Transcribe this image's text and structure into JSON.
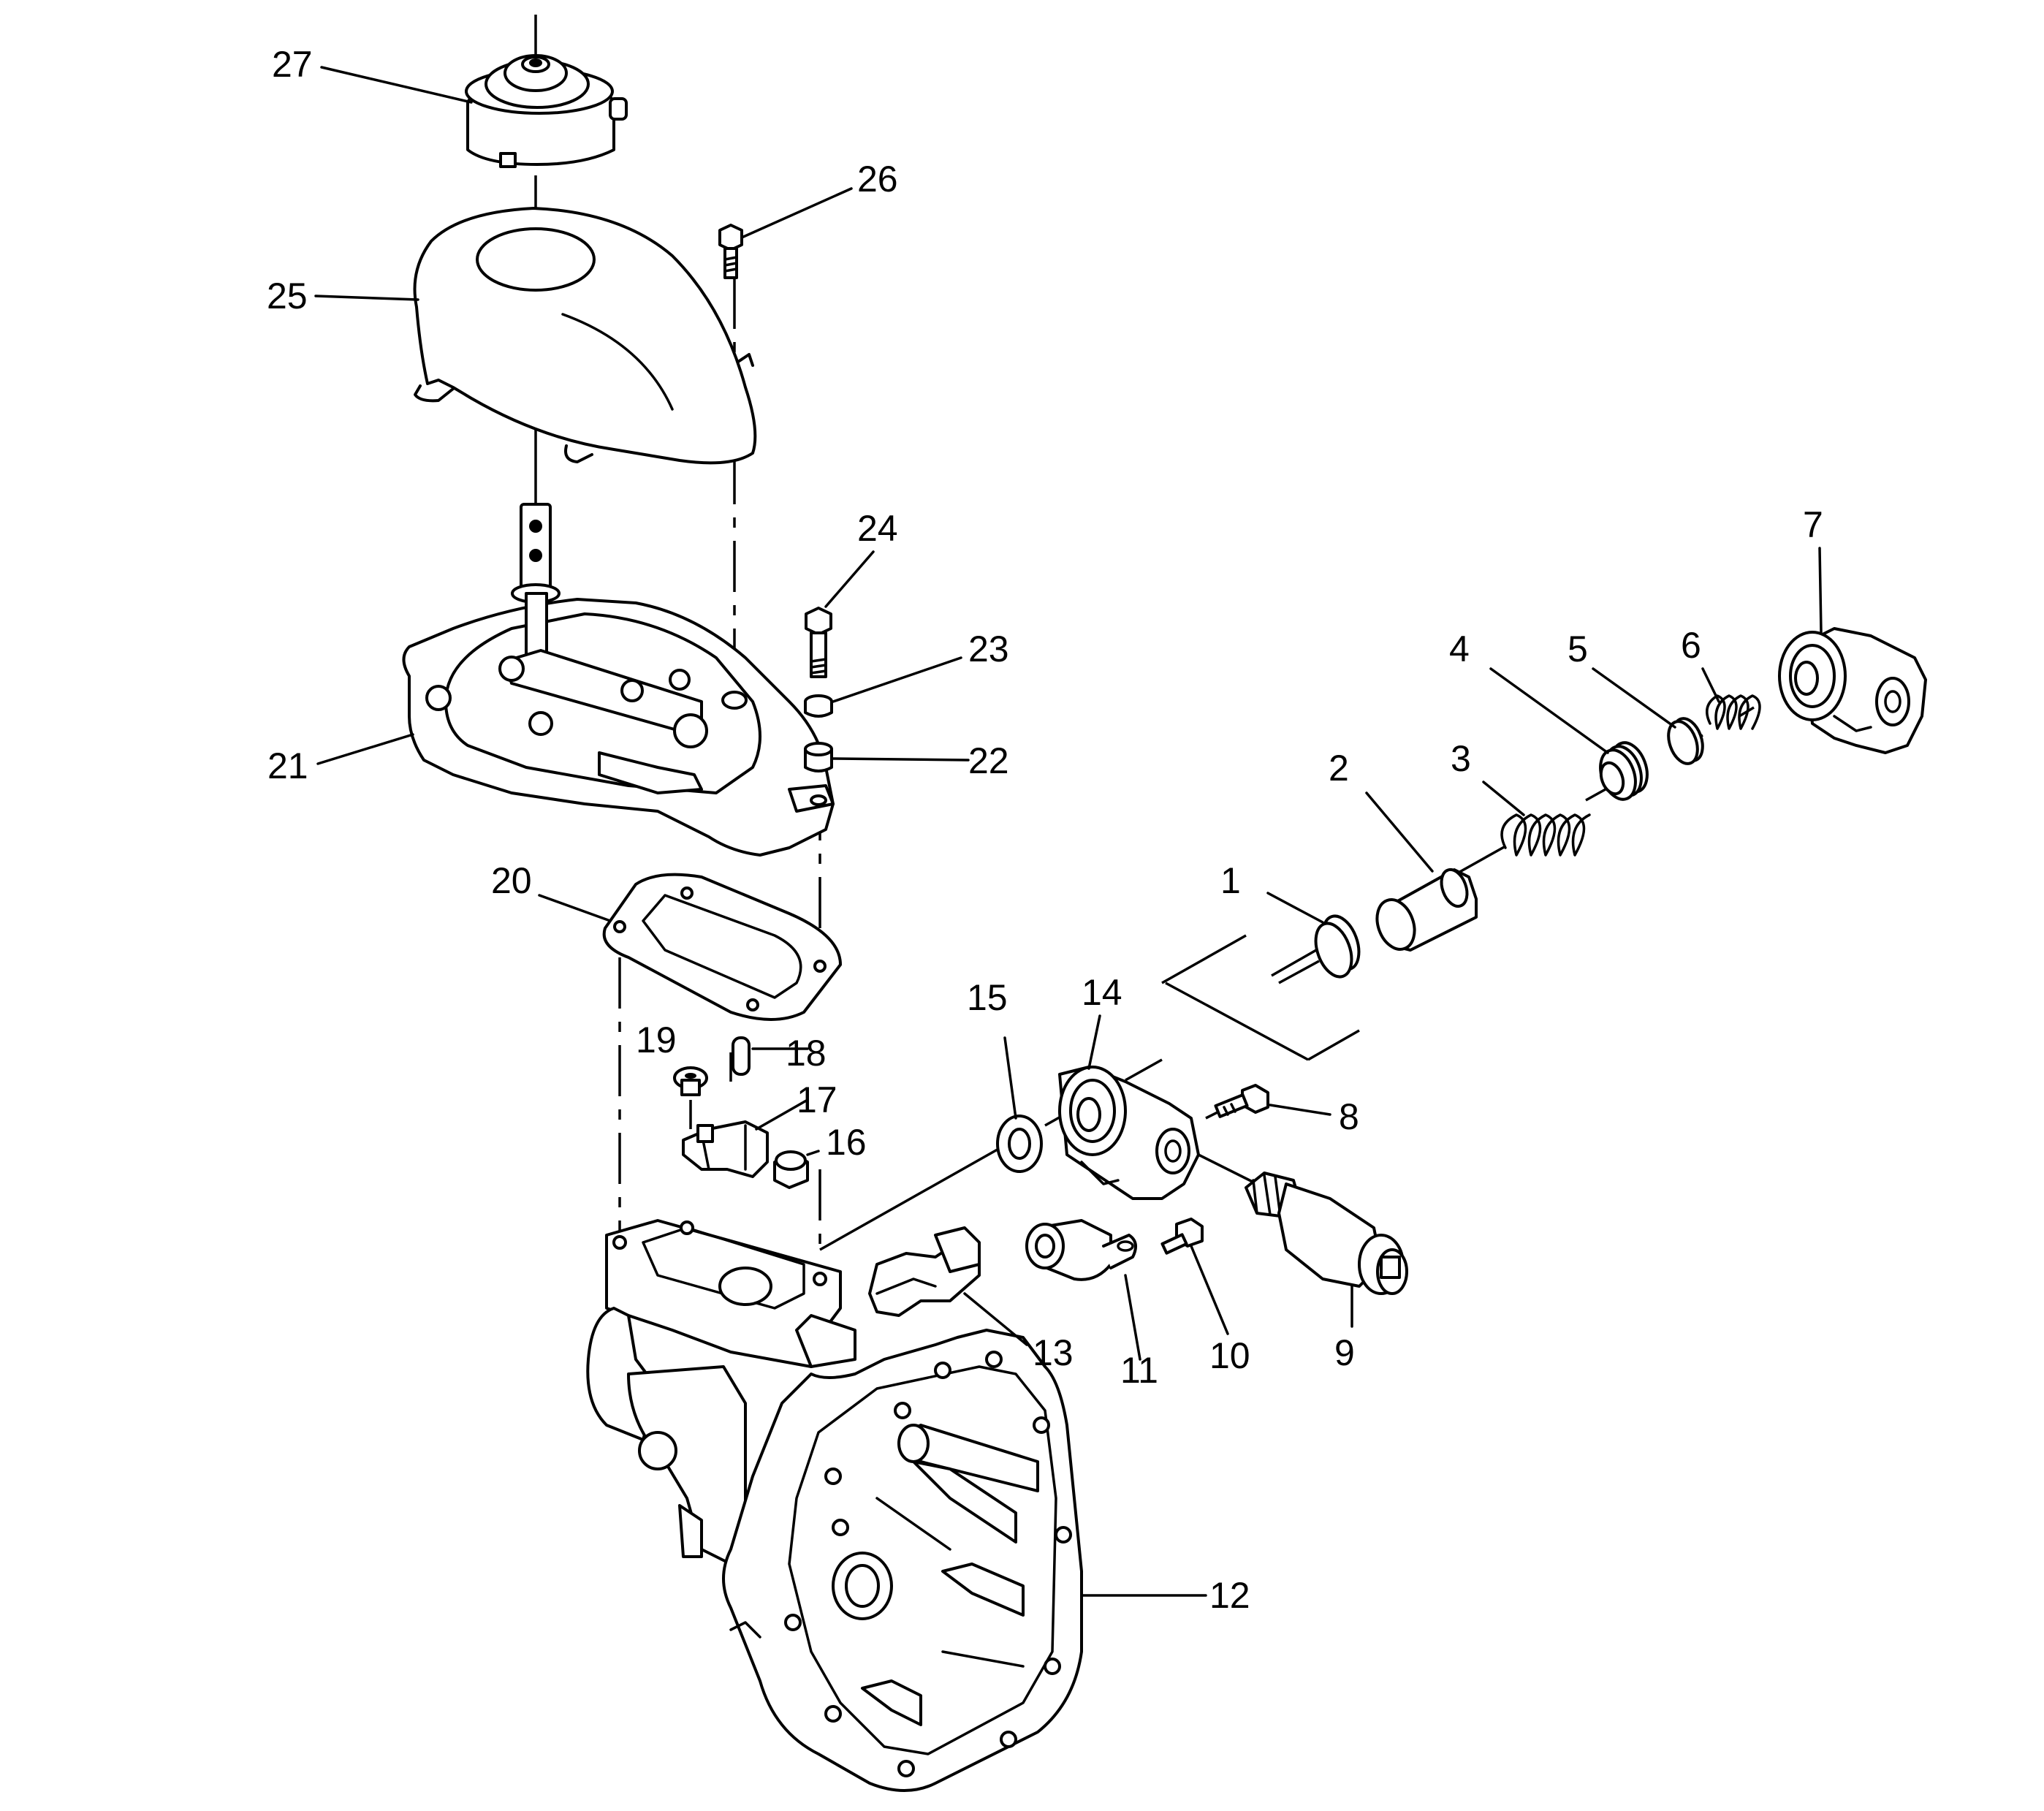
{
  "callouts": {
    "c1": "1",
    "c2": "2",
    "c3": "3",
    "c4": "4",
    "c5": "5",
    "c6": "6",
    "c7": "7",
    "c8": "8",
    "c9": "9",
    "c10": "10",
    "c11": "11",
    "c12": "12",
    "c13": "13",
    "c14": "14",
    "c15": "15",
    "c16": "16",
    "c17": "17",
    "c18": "18",
    "c19": "19",
    "c20": "20",
    "c21": "21",
    "c22": "22",
    "c23": "23",
    "c24": "24",
    "c25": "25",
    "c26": "26",
    "c27": "27"
  },
  "colors": {
    "line": "#000000",
    "background": "#ffffff"
  }
}
